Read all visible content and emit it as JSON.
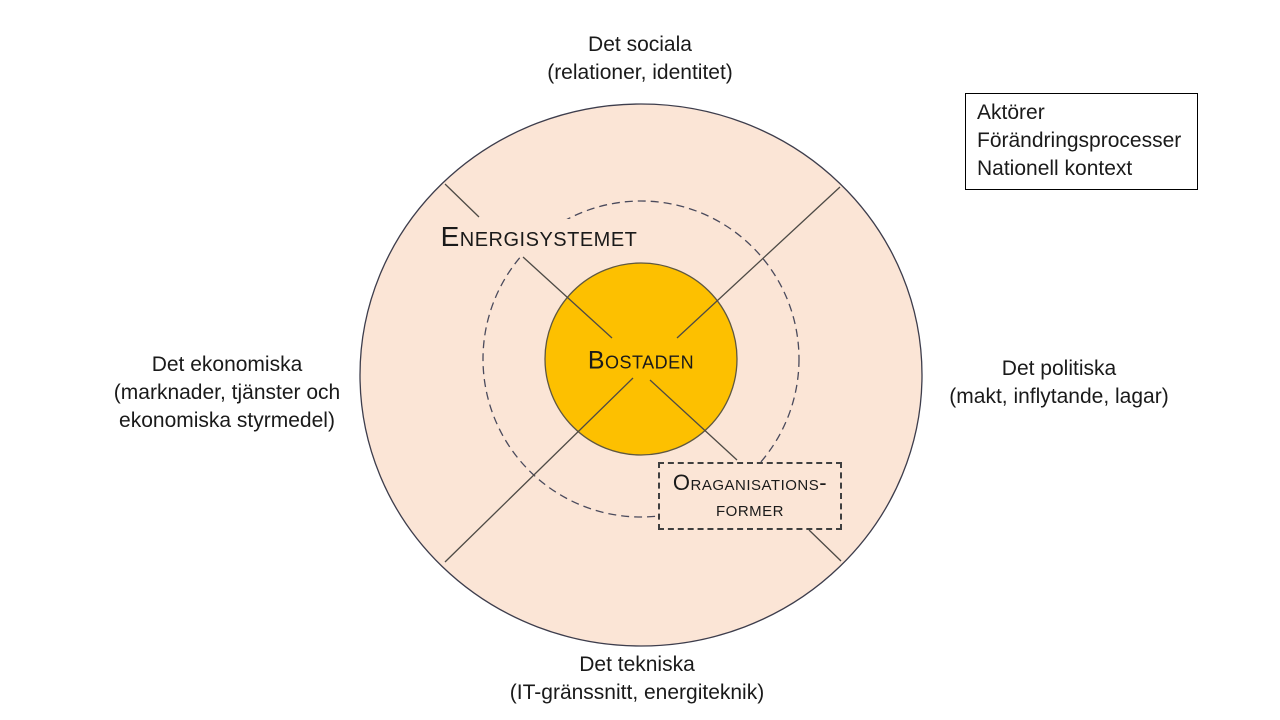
{
  "colors": {
    "outer_fill": "#FBE5D6",
    "outer_stroke": "#3D3D4C",
    "inner_fill": "#FDC000",
    "inner_stroke": "#5F5840",
    "dash_stroke": "#4A4A5C",
    "line_stroke": "#4D4A45",
    "box_border": "#3F3F3F",
    "legend_border": "#000000",
    "text": "#1A1A1A"
  },
  "labels": {
    "social": {
      "line1": "Det sociala",
      "line2": "(relationer, identitet)"
    },
    "economic": {
      "line1": "Det ekonomiska",
      "line2": "(marknader, tjänster och",
      "line3": "ekonomiska styrmedel)"
    },
    "political": {
      "line1": "Det politiska",
      "line2": "(makt, inflytande, lagar)"
    },
    "technical": {
      "line1": "Det tekniska",
      "line2": "(IT-gränssnitt, energiteknik)"
    }
  },
  "rings": {
    "energy_system": "Energisystemet",
    "dwelling": "Bostaden",
    "organisation": {
      "line1": "Oraganisations-",
      "line2": "former"
    }
  },
  "legend": {
    "items": [
      "Aktörer",
      "Förändringsprocesser",
      "Nationell kontext"
    ]
  }
}
